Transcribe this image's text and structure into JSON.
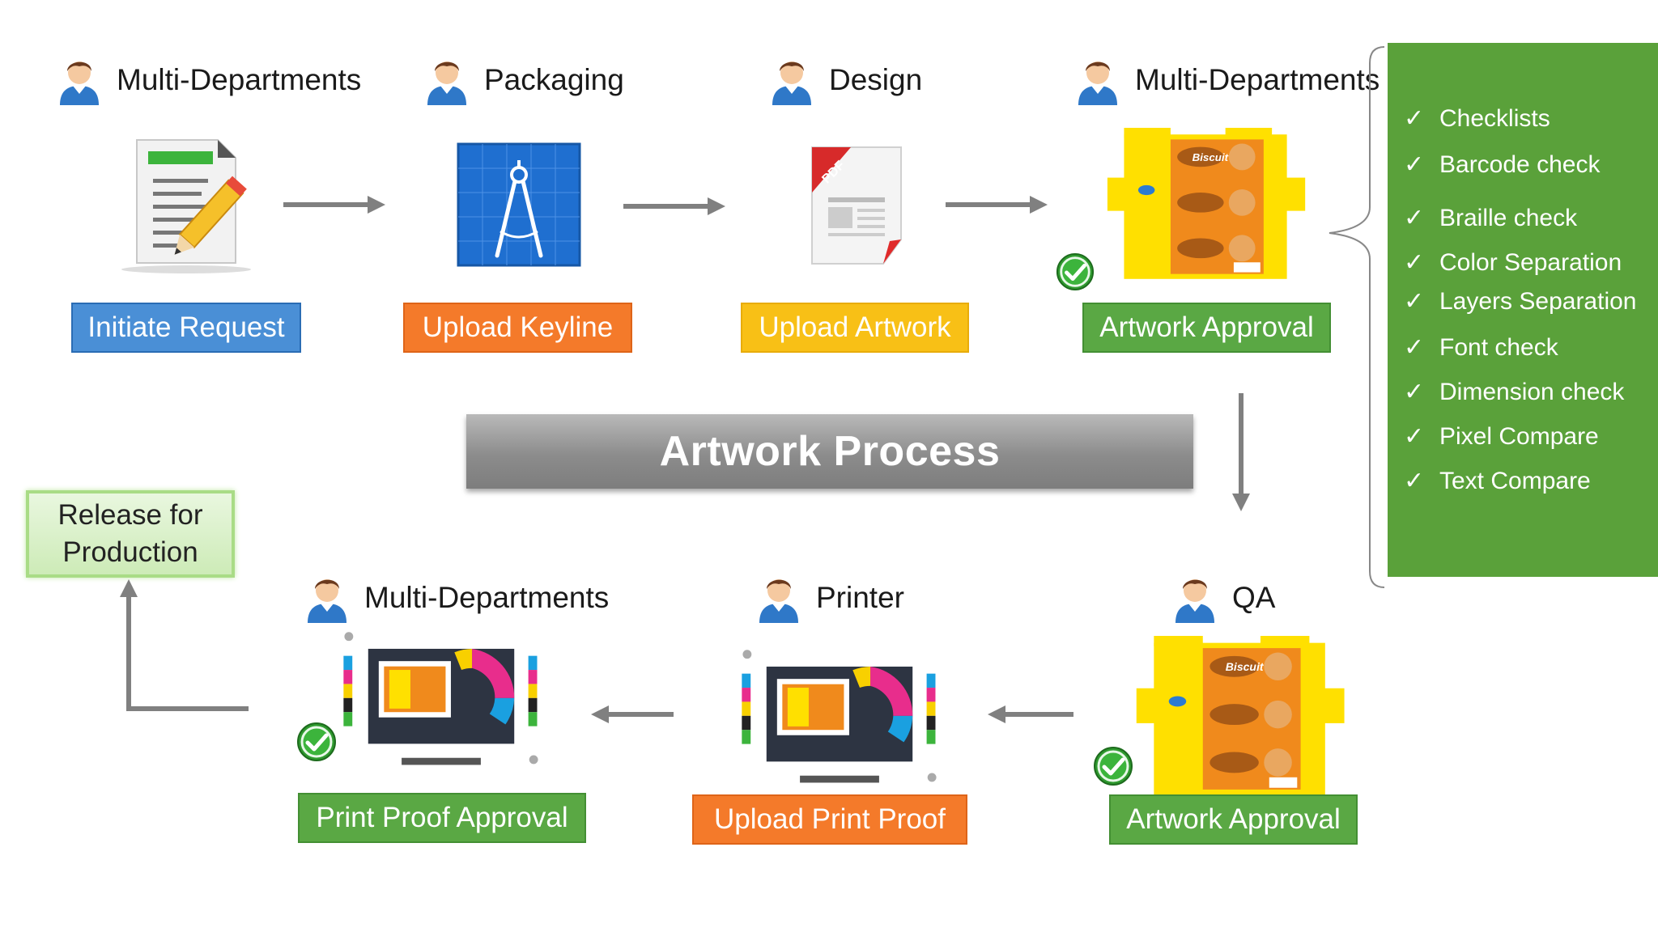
{
  "title": "Artwork Process",
  "roles": {
    "top": [
      "Multi-Departments",
      "Packaging",
      "Design",
      "Multi-Departments"
    ],
    "bottom": [
      "Multi-Departments",
      "Printer",
      "QA"
    ]
  },
  "steps": {
    "initiate": "Initiate Request",
    "keyline": "Upload Keyline",
    "artwork_upload": "Upload Artwork",
    "approval_top": "Artwork Approval",
    "approval_bottom": "Artwork Approval",
    "print_proof_upload": "Upload Print Proof",
    "print_proof_approval": "Print Proof Approval"
  },
  "release": {
    "line1": "Release for",
    "line2": "Production"
  },
  "checklist": [
    "Checklists",
    "Barcode check",
    "Braille check",
    "Color Separation",
    "Layers Separation",
    "Font check",
    "Dimension check",
    "Pixel Compare",
    "Text Compare"
  ],
  "icons": {
    "doc": "document-edit-icon",
    "blueprint": "blueprint-compass-icon",
    "pdf": "pdf-file-icon",
    "package": "biscuit-package-icon",
    "proof": "print-proof-icon",
    "approved": "check-circle-icon"
  },
  "labels": {
    "pdf": "PDF",
    "brand": "Biscuit"
  },
  "colors": {
    "blue": "#4a8fd6",
    "orange": "#f47a2a",
    "yellow": "#f8c016",
    "green": "#5aa844",
    "panel": "#5aa13a",
    "arrow": "#808080"
  }
}
